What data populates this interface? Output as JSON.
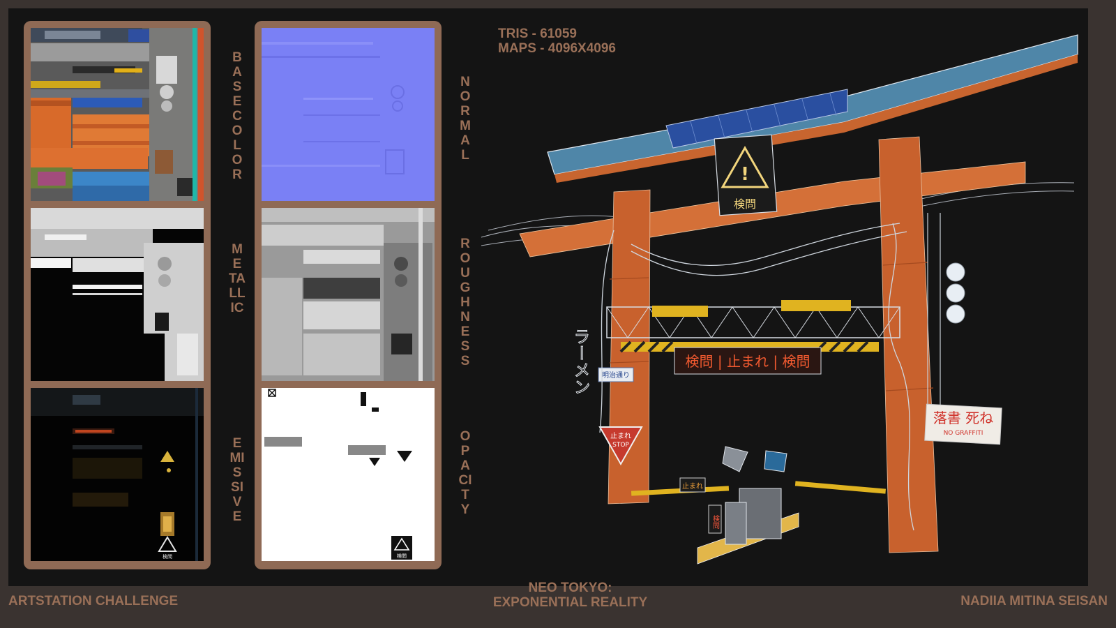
{
  "stats": {
    "tris": "TRIS - 61059",
    "maps": "MAPS - 4096X4096"
  },
  "maps": {
    "base_color": "BASE COLOR",
    "metallic": "METALLIC",
    "emissive": "EMISSIVE",
    "normal": "NORMAL",
    "roughness": "ROUGHNESS",
    "opacity": "OPACITY"
  },
  "model_signs": {
    "top_sign": "検問",
    "banner": "検問 | 止まれ | 検問",
    "graffiti_main": "落書 死ね",
    "graffiti_sub": "NO GRAFFITI",
    "stop_jp": "止まれ",
    "stop_en": "STOP",
    "street_sign": "明治通り",
    "vertical_sign": "ラーメン",
    "barrier_sign": "止まれ",
    "booth_sign": "検問"
  },
  "footer": {
    "left": "ARTSTATION CHALLENGE",
    "center_line1": "NEO TOKYO:",
    "center_line2": "EXPONENTIAL REALITY",
    "right": "NADIIA MITINA SEISAN"
  },
  "colors": {
    "background": "#3a3330",
    "panel": "#141414",
    "frame": "#8f6a55",
    "text": "#9a7058",
    "normal_map": "#7a80f5",
    "torii_orange": "#c8652f"
  }
}
